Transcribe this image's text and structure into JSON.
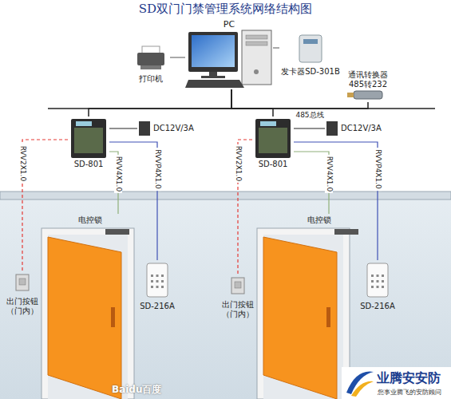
{
  "diagram": {
    "title": "SD双门门禁管理系统网络结构图",
    "nodes": [
      {
        "text": [
          "PC"
        ]
      },
      {
        "text": [
          "打印机"
        ]
      },
      {
        "text": [
          "发卡器SD-301B"
        ]
      },
      {
        "text": [
          "通讯转换器 485转232"
        ]
      },
      {
        "text": [
          "SD-801"
        ]
      },
      {
        "text": [
          "DC12V/3A"
        ]
      },
      {
        "text": [
          "SD-801"
        ]
      },
      {
        "text": [
          "DC12V/3A"
        ]
      },
      {
        "text": [
          "电控锁"
        ]
      },
      {
        "text": [
          "出门按钮（门内）"
        ]
      },
      {
        "text": [
          "SD-216A"
        ]
      },
      {
        "text": [
          "电控锁"
        ]
      },
      {
        "text": [
          "出门按钮（门内）"
        ]
      },
      {
        "text": [
          "SD-216A"
        ]
      }
    ],
    "edges": [
      {
        "from": 1,
        "to": 0,
        "arrow": "none"
      },
      {
        "from": 2,
        "to": 0,
        "arrow": "none"
      },
      {
        "from": 0,
        "to": 3,
        "label": "485总线",
        "arrow": "none"
      },
      {
        "from": 0,
        "to": 4,
        "arrow": "none"
      },
      {
        "from": 0,
        "to": 6,
        "arrow": "none"
      },
      {
        "from": 5,
        "to": 4,
        "arrow": "none"
      },
      {
        "from": 4,
        "to": 9,
        "label": "RVV2X1.0",
        "arrow": "none"
      },
      {
        "from": 4,
        "to": 8,
        "label": "RVV4X1.0",
        "arrow": "none"
      },
      {
        "from": 4,
        "to": 10,
        "label": "RVVP4X1.0",
        "arrow": "none"
      },
      {
        "from": 7,
        "to": 6,
        "arrow": "none"
      },
      {
        "from": 6,
        "to": 12,
        "label": "RVV2X1.0",
        "arrow": "none"
      },
      {
        "from": 6,
        "to": 11,
        "label": "RVV4X1.0",
        "arrow": "none"
      },
      {
        "from": 6,
        "to": 13,
        "label": "RVVP4X1.0",
        "arrow": "none"
      }
    ],
    "labels": [
      "Baidu百度",
      "业腾安安防",
      "您事业腾飞的安防顾问"
    ]
  }
}
